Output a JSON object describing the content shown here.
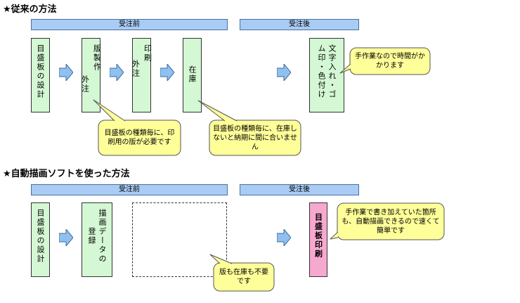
{
  "section1": {
    "title": "★従来の方法",
    "before_label": "受注前",
    "after_label": "受注後",
    "steps": [
      {
        "cols": [
          "目盛板の設計"
        ]
      },
      {
        "cols": [
          "版製作",
          "外注"
        ]
      },
      {
        "cols": [
          "印刷",
          "外注"
        ]
      },
      {
        "cols": [
          "在庫"
        ]
      },
      {
        "cols": [
          "文字入れ・ゴ",
          "ム印・色付け"
        ]
      }
    ],
    "callouts": [
      "目盛板の種類毎に、印刷用の版が必要です",
      "目盛板の種類毎に、在庫しないと納期に間に合いません",
      "手作業なので時間がかかります"
    ]
  },
  "section2": {
    "title": "★自動描画ソフトを使った方法",
    "before_label": "受注前",
    "after_label": "受注後",
    "steps": [
      {
        "cols": [
          "目盛板の設計"
        ]
      },
      {
        "cols": [
          "描画データの",
          "登録"
        ]
      },
      {
        "cols": [
          "目盛板印刷"
        ]
      }
    ],
    "callouts": [
      "版も在庫も不要です",
      "手作業で書き加えていた箇所も、自動描画できるので速くて簡単です"
    ]
  },
  "colors": {
    "phase_bar": "#a9ccf4",
    "step": "#d4f7d4",
    "step_highlight": "#f7a8cf",
    "callout": "#ffff99",
    "arrow": "#8fc0f0"
  }
}
